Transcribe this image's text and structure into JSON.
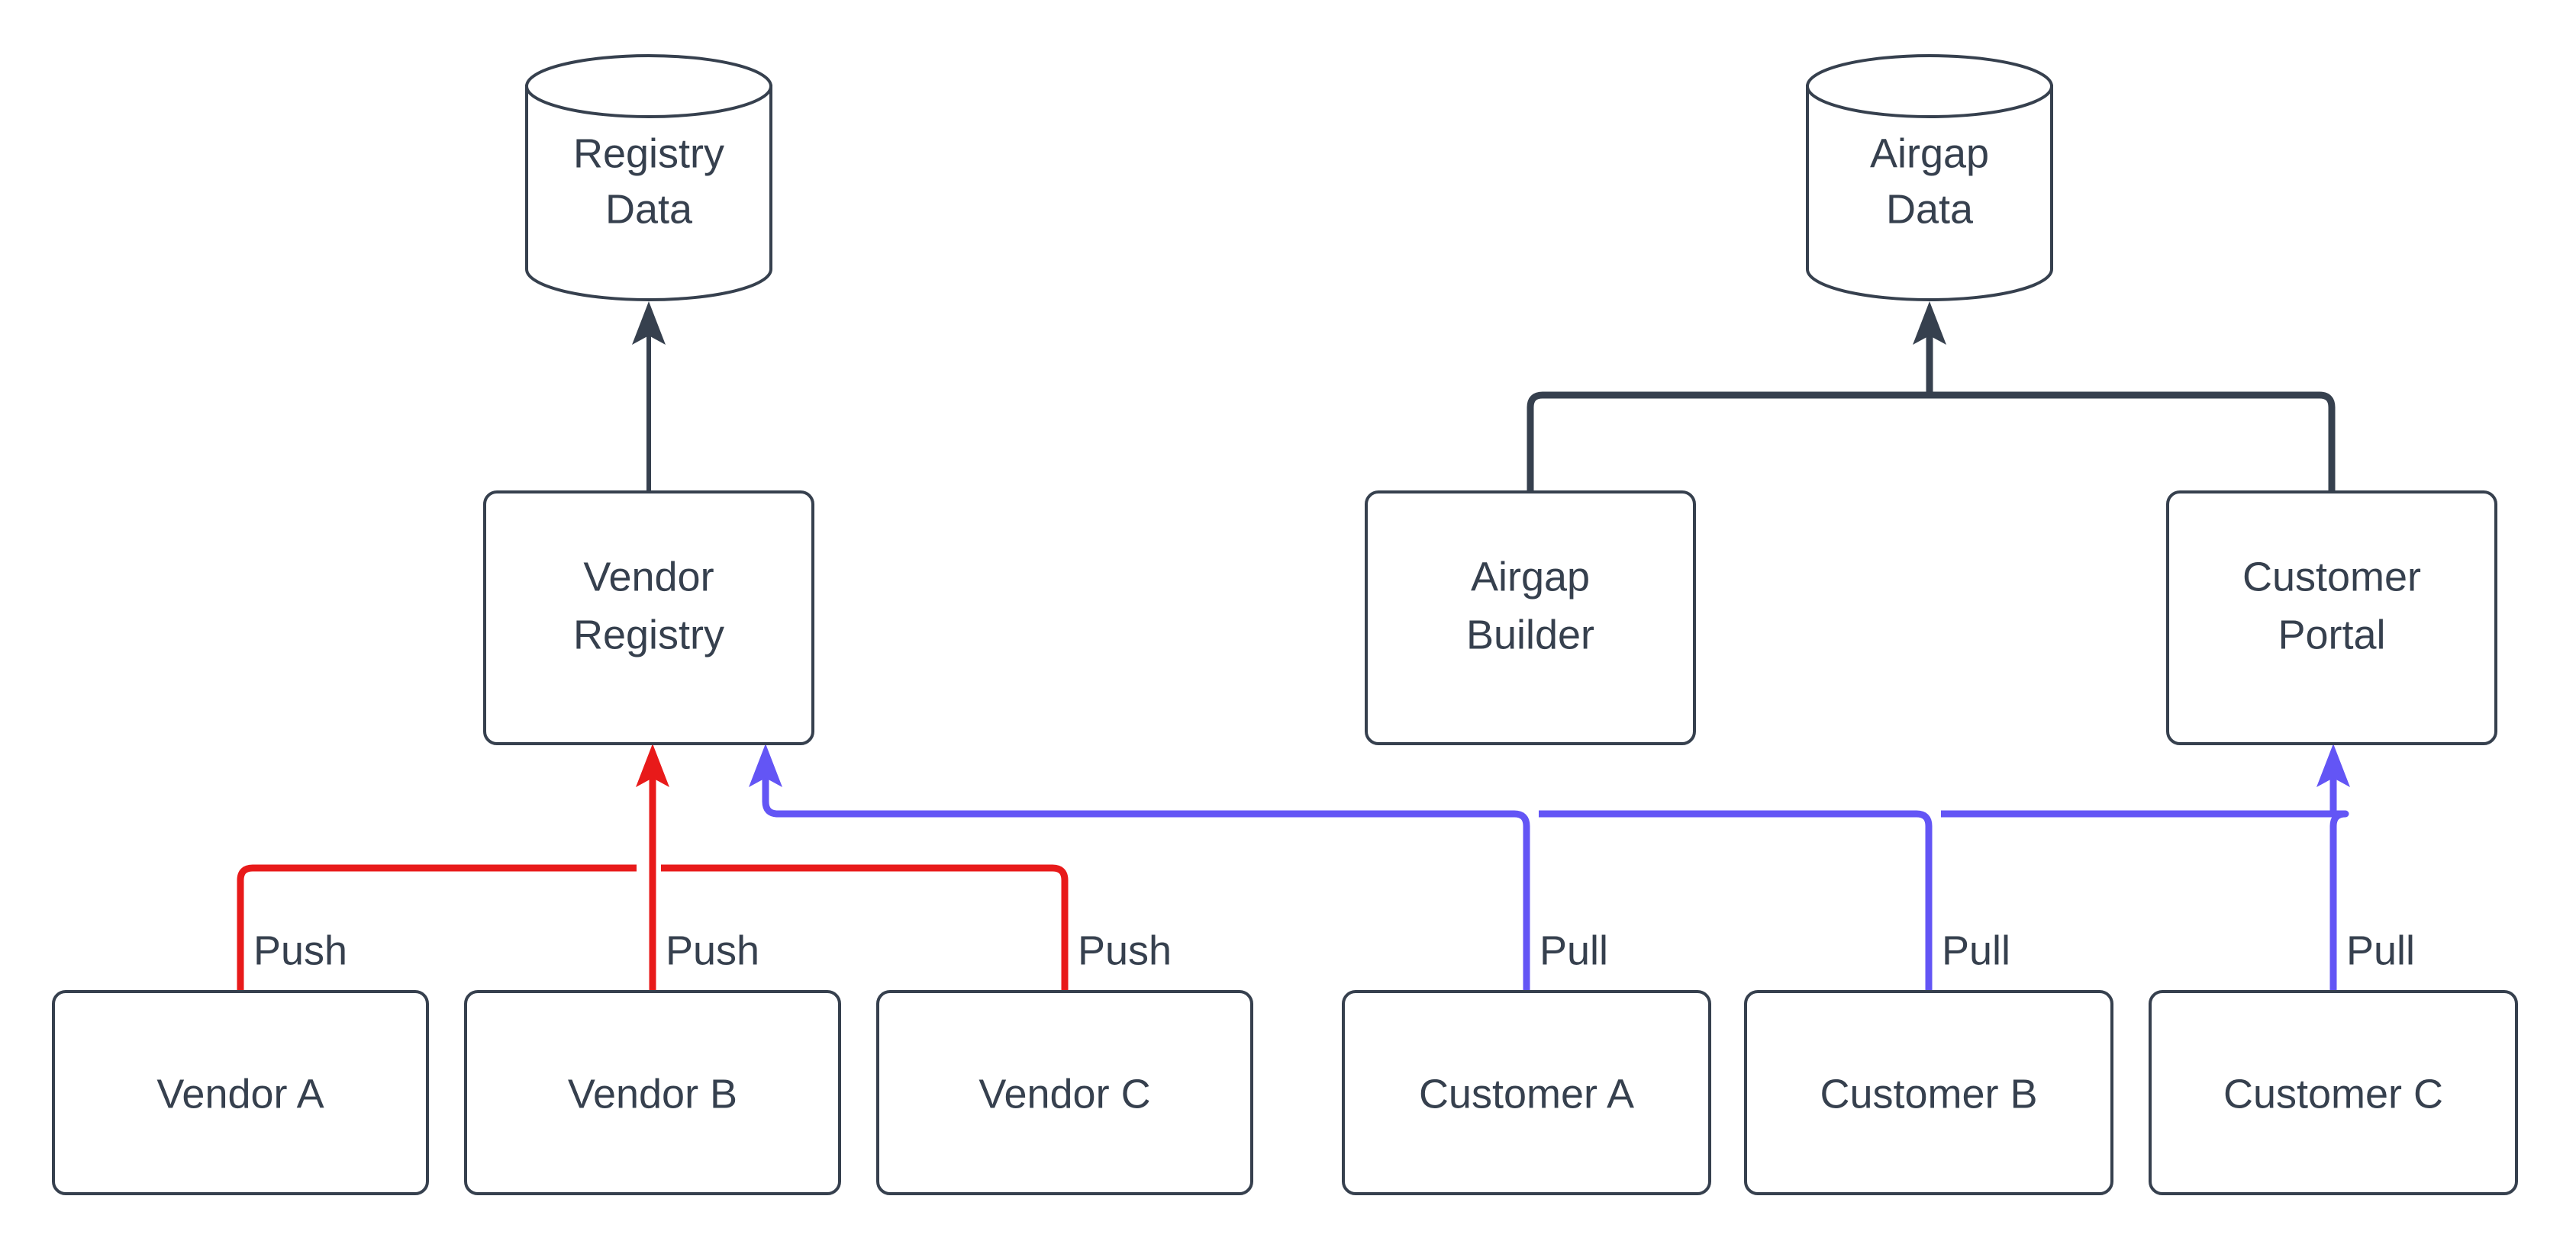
{
  "diagram": {
    "type": "flowchart",
    "background_color": "#ffffff",
    "stroke_color": "#36404e",
    "push_color": "#e81a1a",
    "pull_color": "#6355f5",
    "datastores": [
      {
        "id": "registry-data",
        "label_line1": "Registry",
        "label_line2": "Data",
        "shape": "cylinder"
      },
      {
        "id": "airgap-data",
        "label_line1": "Airgap",
        "label_line2": "Data",
        "shape": "cylinder"
      }
    ],
    "services": [
      {
        "id": "vendor-registry",
        "label_line1": "Vendor",
        "label_line2": "Registry",
        "shape": "rounded-rect"
      },
      {
        "id": "airgap-builder",
        "label_line1": "Airgap",
        "label_line2": "Builder",
        "shape": "rounded-rect"
      },
      {
        "id": "customer-portal",
        "label_line1": "Customer",
        "label_line2": "Portal",
        "shape": "rounded-rect"
      }
    ],
    "actors": [
      {
        "id": "vendor-a",
        "label": "Vendor A",
        "action": "Push",
        "color": "#e81a1a"
      },
      {
        "id": "vendor-b",
        "label": "Vendor B",
        "action": "Push",
        "color": "#e81a1a"
      },
      {
        "id": "vendor-c",
        "label": "Vendor C",
        "action": "Push",
        "color": "#e81a1a"
      },
      {
        "id": "customer-a",
        "label": "Customer A",
        "action": "Pull",
        "color": "#6355f5"
      },
      {
        "id": "customer-b",
        "label": "Customer B",
        "action": "Pull",
        "color": "#6355f5"
      },
      {
        "id": "customer-c",
        "label": "Customer C",
        "action": "Pull",
        "color": "#6355f5"
      }
    ],
    "edge_labels": {
      "push_1": "Push",
      "push_2": "Push",
      "push_3": "Push",
      "pull_1": "Pull",
      "pull_2": "Pull",
      "pull_3": "Pull"
    },
    "connections": [
      {
        "from": "vendor-registry",
        "to": "registry-data",
        "style": "dark-arrow"
      },
      {
        "from": "airgap-builder",
        "to": "airgap-data",
        "style": "dark-arrow"
      },
      {
        "from": "customer-portal",
        "to": "airgap-data",
        "style": "dark-arrow"
      },
      {
        "from": "vendor-a",
        "to": "vendor-registry",
        "style": "push"
      },
      {
        "from": "vendor-b",
        "to": "vendor-registry",
        "style": "push"
      },
      {
        "from": "vendor-c",
        "to": "vendor-registry",
        "style": "push"
      },
      {
        "from": "customer-a",
        "to": "vendor-registry",
        "style": "pull"
      },
      {
        "from": "customer-b",
        "to": "vendor-registry",
        "style": "pull"
      },
      {
        "from": "customer-c",
        "to": "customer-portal",
        "style": "pull"
      }
    ]
  }
}
